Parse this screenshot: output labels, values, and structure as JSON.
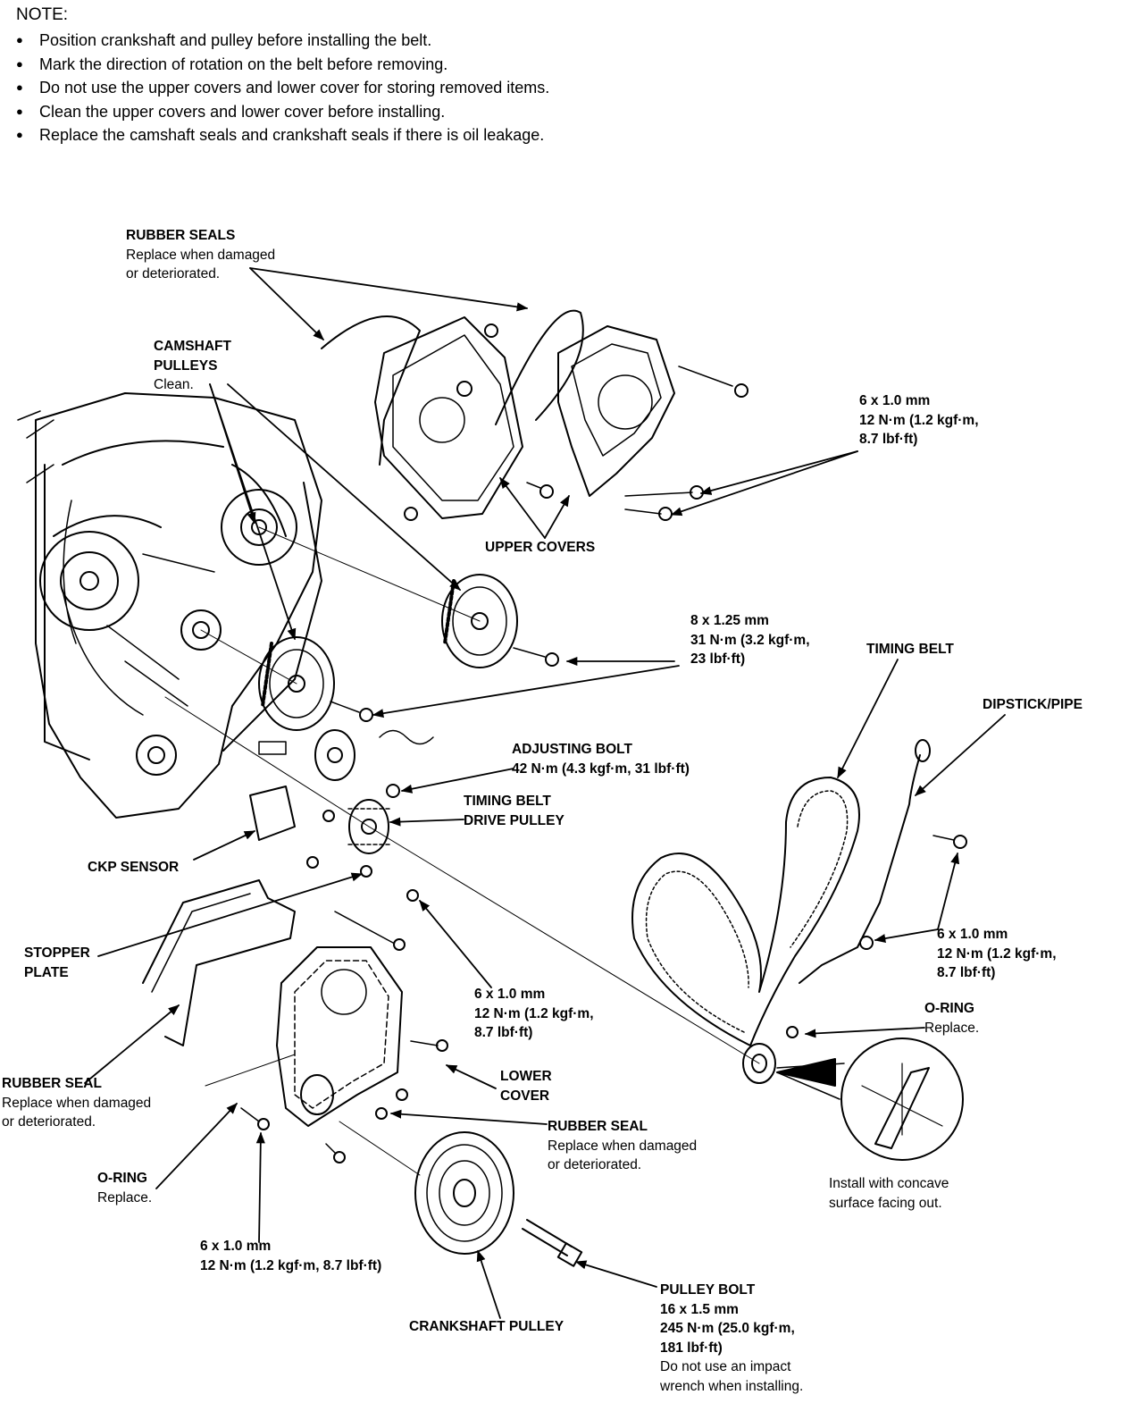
{
  "note": {
    "heading": "NOTE:",
    "items": [
      "Position crankshaft and pulley before installing the belt.",
      "Mark the direction of rotation on the belt before removing.",
      "Do not use the upper covers and lower cover for storing removed items.",
      "Clean the upper covers and lower cover before installing.",
      "Replace the camshaft seals and crankshaft seals if there is oil leakage."
    ]
  },
  "labels": {
    "rubber_seals_top": {
      "title": "RUBBER SEALS",
      "line1": "Replace when damaged",
      "line2": "or deteriorated."
    },
    "camshaft_pulleys": {
      "title1": "CAMSHAFT",
      "title2": "PULLEYS",
      "line1": "Clean."
    },
    "upper_bolt_spec": {
      "line1": "6 x 1.0 mm",
      "line2": "12 N·m (1.2 kgf·m,",
      "line3": "8.7 lbf·ft)"
    },
    "upper_covers": {
      "title": "UPPER COVERS"
    },
    "cam_bolt_spec": {
      "line1": "8 x 1.25 mm",
      "line2": "31 N·m (3.2 kgf·m,",
      "line3": "23 lbf·ft)"
    },
    "timing_belt": {
      "title": "TIMING BELT"
    },
    "dipstick_pipe": {
      "title": "DIPSTICK/PIPE"
    },
    "adjusting_bolt": {
      "title": "ADJUSTING BOLT",
      "line1": "42 N·m (4.3 kgf·m, 31 lbf·ft)"
    },
    "drive_pulley": {
      "title1": "TIMING BELT",
      "title2": "DRIVE PULLEY"
    },
    "ckp_sensor": {
      "title": "CKP SENSOR"
    },
    "stopper_plate": {
      "title1": "STOPPER",
      "title2": "PLATE"
    },
    "lower_bolt_spec": {
      "line1": "6 x 1.0 mm",
      "line2": "12 N·m (1.2 kgf·m,",
      "line3": "8.7 lbf·ft)"
    },
    "dipstick_bolt_spec": {
      "line1": "6 x 1.0 mm",
      "line2": "12 N·m (1.2 kgf·m,",
      "line3": "8.7 lbf·ft)"
    },
    "o_ring_right": {
      "title": "O-RING",
      "line1": "Replace."
    },
    "rubber_seal_left": {
      "title": "RUBBER SEAL",
      "line1": "Replace when damaged",
      "line2": "or deteriorated."
    },
    "lower_cover": {
      "title1": "LOWER",
      "title2": "COVER"
    },
    "rubber_seal_mid": {
      "title": "RUBBER SEAL",
      "line1": "Replace when damaged",
      "line2": "or deteriorated."
    },
    "o_ring_left": {
      "title": "O-RING",
      "line1": "Replace."
    },
    "concave_note": {
      "line1": "Install with concave",
      "line2": "surface facing out."
    },
    "bottom_bolt_spec": {
      "line1": "6 x 1.0 mm",
      "line2": "12 N·m (1.2 kgf·m, 8.7 lbf·ft)"
    },
    "crankshaft_pulley": {
      "title": "CRANKSHAFT PULLEY"
    },
    "pulley_bolt": {
      "title": "PULLEY BOLT",
      "line1": "16 x 1.5 mm",
      "line2": "245 N·m (25.0 kgf·m,",
      "line3": "181 lbf·ft)",
      "line4": "Do not use an impact",
      "line5": "wrench when installing."
    }
  },
  "colors": {
    "ink": "#000000",
    "paper": "#ffffff"
  }
}
